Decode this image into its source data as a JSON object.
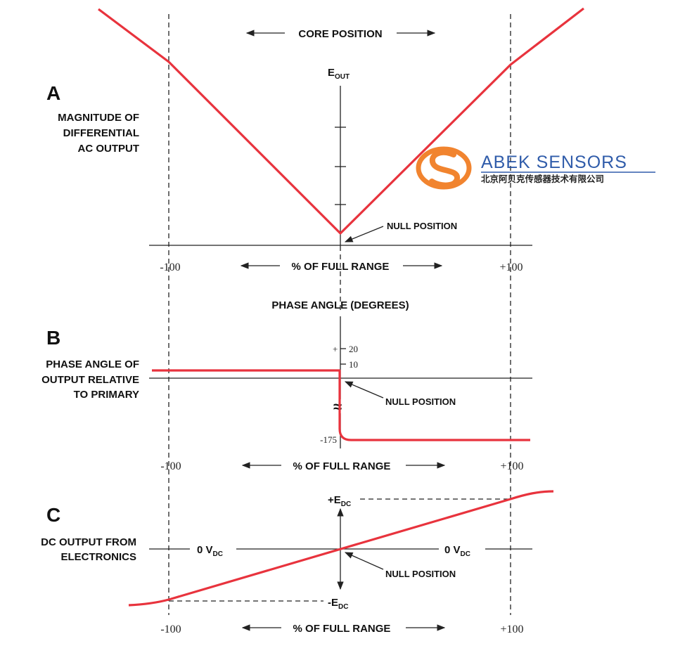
{
  "colors": {
    "curve": "#e8333d",
    "ink": "#222222",
    "logo_blue": "#1f4fa3",
    "logo_orange": "#f07a1e"
  },
  "watermark": {
    "brand": "ABEK SENSORS",
    "subtitle": "北京阿贝克传感器技术有限公司"
  },
  "panel_a": {
    "letter": "A",
    "side_label": [
      "MAGNITUDE OF",
      "DIFFERENTIAL",
      "AC OUTPUT"
    ],
    "top_label": "CORE POSITION",
    "y_label_main": "E",
    "y_label_sub": "OUT",
    "null_label": "NULL POSITION",
    "x_label": "% OF FULL RANGE",
    "x_min_label": "-100",
    "x_max_label": "+100"
  },
  "panel_b": {
    "letter": "B",
    "side_label": [
      "PHASE ANGLE OF",
      "OUTPUT RELATIVE",
      "TO PRIMARY"
    ],
    "y_label": "PHASE ANGLE (DEGREES)",
    "tick_plus": "+",
    "tick_20": "20",
    "tick_10": "10",
    "tick_neg": "-175",
    "break_symbol": "≈",
    "null_label": "NULL POSITION",
    "x_label": "% OF FULL RANGE",
    "x_min_label": "-100",
    "x_max_label": "+100"
  },
  "panel_c": {
    "letter": "C",
    "side_label": [
      "DC OUTPUT FROM",
      "ELECTRONICS"
    ],
    "pos_main": "+E",
    "pos_sub": "DC",
    "neg_main": "-E",
    "neg_sub": "DC",
    "zero_main": "0 V",
    "zero_sub": "DC",
    "null_label": "NULL POSITION",
    "x_label": "% OF FULL RANGE",
    "x_min_label": "-100",
    "x_max_label": "+100"
  }
}
